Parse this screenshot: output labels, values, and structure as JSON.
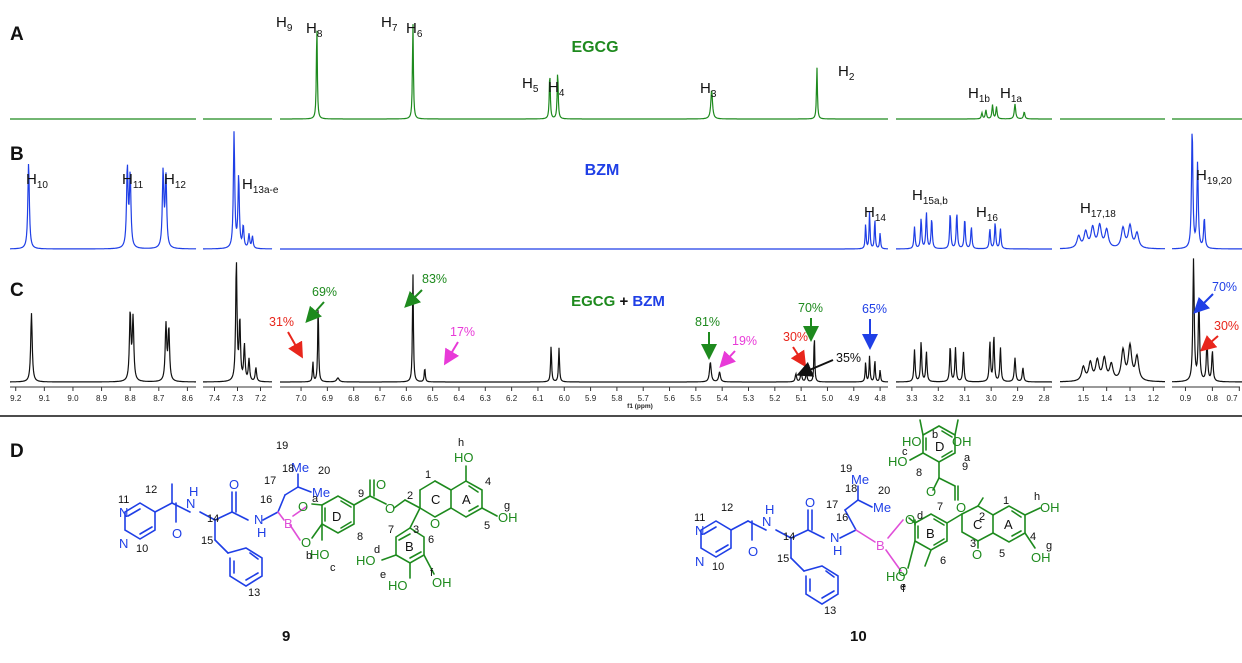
{
  "panels": {
    "a": "A",
    "b": "B",
    "c": "C",
    "d": "D"
  },
  "spectrum_titles": {
    "egcg": "EGCG",
    "bzm": "BZM",
    "mix_left": "EGCG",
    "mix_plus": " + ",
    "mix_right": "BZM"
  },
  "axis": {
    "label": "f1 (ppm)",
    "ticks": [
      "9.2",
      "9.1",
      "9.0",
      "8.9",
      "8.8",
      "8.7",
      "8.6",
      "7.4",
      "7.3",
      "7.2",
      "7.0",
      "6.9",
      "6.8",
      "6.7",
      "6.6",
      "6.5",
      "6.4",
      "6.3",
      "6.2",
      "6.1",
      "6.0",
      "5.9",
      "5.8",
      "5.7",
      "5.6",
      "5.5",
      "5.4",
      "5.3",
      "5.2",
      "5.1",
      "5.0",
      "4.9",
      "4.8",
      "3.3",
      "3.2",
      "3.1",
      "3.0",
      "2.9",
      "2.8",
      "1.5",
      "1.4",
      "1.3",
      "1.2",
      "0.9",
      "0.8",
      "0.7"
    ]
  },
  "peak_labels_a": [
    {
      "h": "H",
      "s": "9"
    },
    {
      "h": "H",
      "s": "8"
    },
    {
      "h": "H",
      "s": "7"
    },
    {
      "h": "H",
      "s": "6"
    },
    {
      "h": "H",
      "s": "5"
    },
    {
      "h": "H",
      "s": "4"
    },
    {
      "h": "H",
      "s": "3"
    },
    {
      "h": "H",
      "s": "2"
    },
    {
      "h": "H",
      "s": "1b"
    },
    {
      "h": "H",
      "s": "1a"
    }
  ],
  "peak_labels_b": [
    {
      "h": "H",
      "s": "10"
    },
    {
      "h": "H",
      "s": "11"
    },
    {
      "h": "H",
      "s": "12"
    },
    {
      "h": "H",
      "s": "13a-e"
    },
    {
      "h": "H",
      "s": "14"
    },
    {
      "h": "H",
      "s": "15a,b"
    },
    {
      "h": "H",
      "s": "16"
    },
    {
      "h": "H",
      "s": "17,18"
    },
    {
      "h": "H",
      "s": "19,20"
    }
  ],
  "percentages": [
    "31%",
    "69%",
    "83%",
    "17%",
    "81%",
    "19%",
    "30%",
    "70%",
    "35%",
    "65%",
    "70%",
    "30%"
  ],
  "colors": {
    "egcg": "#1e8a1e",
    "bzm": "#1f3fe6",
    "mix": "#111111",
    "red": "#e8261c",
    "magenta": "#e83ad8",
    "boron": "#e04fd8"
  },
  "structure_9": {
    "id": "9",
    "atoms": {
      "N1": "N",
      "N2": "N",
      "NH1": "H",
      "N3": "N",
      "NH2": "H",
      "N4": "N",
      "O1": "O",
      "O2": "O",
      "B": "B",
      "Oa": "O",
      "Ob": "O",
      "Me1": "Me",
      "Me2": "Me",
      "HO_c": "HO",
      "O_est1": "O",
      "O_est2": "O",
      "O_C": "O",
      "HO_h": "HO",
      "OH_g": "OH",
      "HO_d": "HO",
      "HO_e": "HO",
      "OH_f": "OH"
    },
    "numbers": [
      "11",
      "12",
      "10",
      "14",
      "15",
      "16",
      "17",
      "18",
      "19",
      "20",
      "13",
      "9",
      "8",
      "7",
      "6",
      "1",
      "2",
      "3",
      "4",
      "5"
    ],
    "letters": [
      "a",
      "b",
      "c",
      "d",
      "e",
      "f",
      "g",
      "h"
    ],
    "rings": [
      "D",
      "A",
      "C",
      "B"
    ]
  },
  "structure_10": {
    "id": "10",
    "atoms": {
      "N1": "N",
      "N2": "N",
      "NH1": "H",
      "N3": "N",
      "NH2": "H",
      "N4": "N",
      "O1": "O",
      "O2": "O",
      "B": "B",
      "Od": "O",
      "Oe": "O",
      "Me1": "Me",
      "Me2": "Me",
      "HO_b": "HO",
      "OH_a": "OH",
      "HO_c": "HO",
      "O_est1": "O",
      "O_est2": "O",
      "O_C": "O",
      "OH_h": "OH",
      "OH_g": "OH",
      "HO_f": "HO"
    },
    "numbers": [
      "11",
      "12",
      "10",
      "14",
      "15",
      "16",
      "17",
      "18",
      "19",
      "20",
      "13",
      "7",
      "6",
      "8",
      "9",
      "1",
      "2",
      "3",
      "4",
      "5"
    ],
    "letters": [
      "a",
      "b",
      "c",
      "d",
      "e",
      "f",
      "g",
      "h"
    ],
    "rings": [
      "D",
      "B",
      "C",
      "A"
    ]
  }
}
